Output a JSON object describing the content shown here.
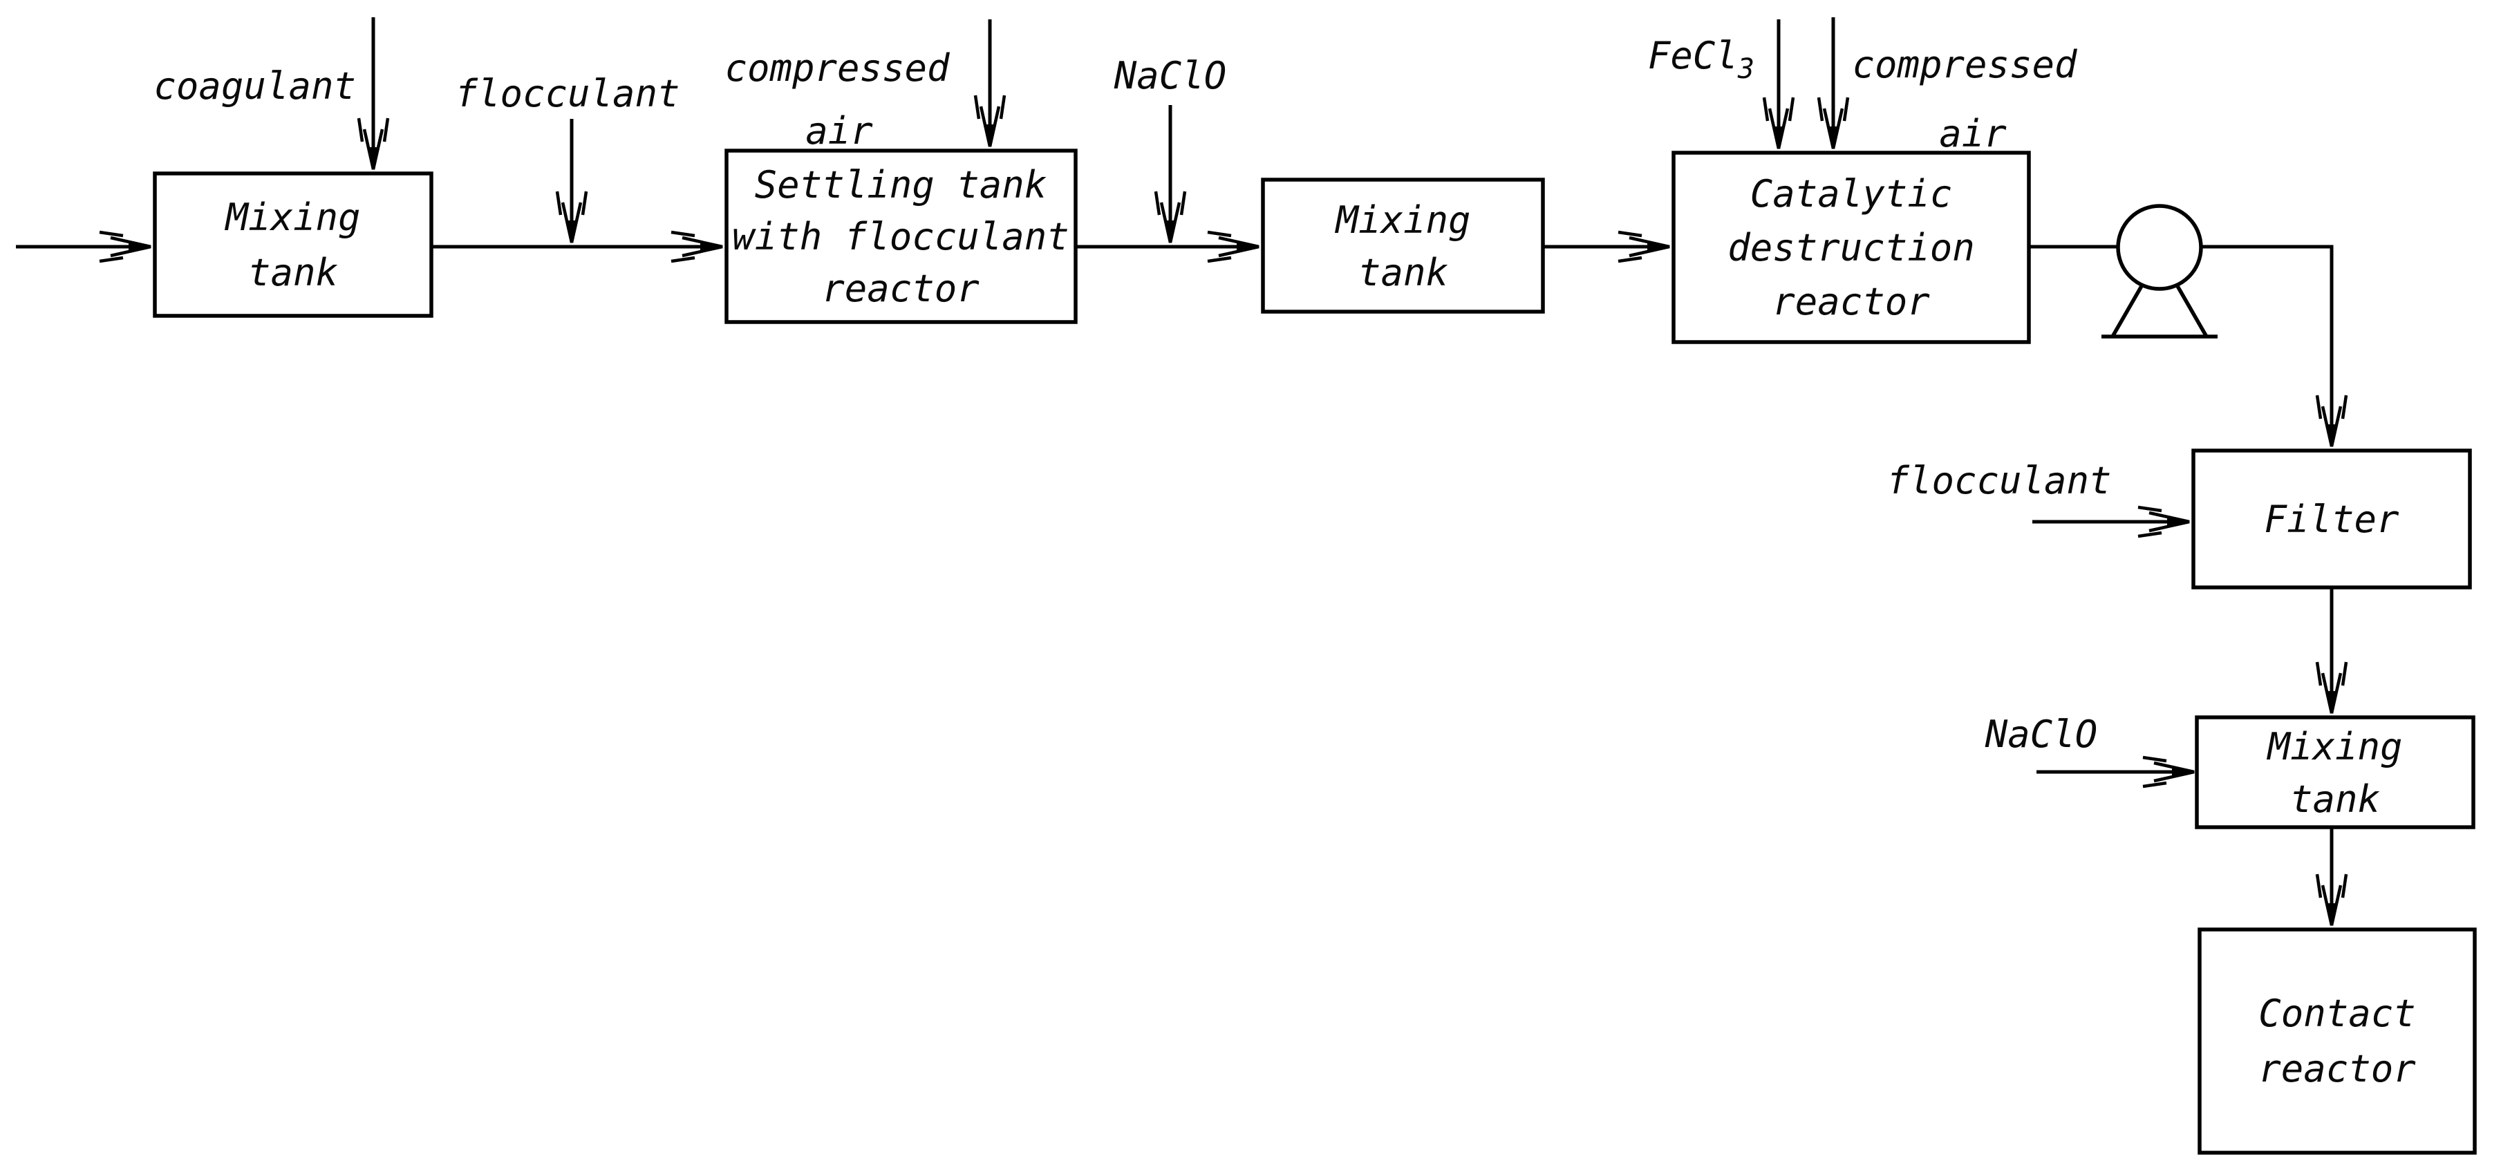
{
  "diagram": {
    "background_color": "#ffffff",
    "line_color": "#000000",
    "text_color": "#0a0a0a",
    "nodes": {
      "mixing_tank_1": {
        "lines": [
          "Mixing",
          "tank"
        ]
      },
      "settling_tank": {
        "lines": [
          "Settling tank",
          "with flocculant",
          "reactor"
        ]
      },
      "mixing_tank_2": {
        "lines": [
          "Mixing",
          "tank"
        ]
      },
      "catalytic_reactor": {
        "lines": [
          "Catalytic",
          "destruction",
          "reactor"
        ]
      },
      "filter": {
        "lines": [
          "Filter"
        ]
      },
      "mixing_tank_3": {
        "lines": [
          "Mixing",
          "tank"
        ]
      },
      "contact_reactor": {
        "lines": [
          "Contact",
          "reactor"
        ]
      }
    },
    "stream_labels": {
      "coagulant": "coagulant",
      "flocculant_1": "flocculant",
      "compressed_air_1": {
        "line1": "compressed",
        "line2": "air"
      },
      "naclo_1": "NaClO",
      "fecl3": {
        "base": "FeCl",
        "subscript": "3"
      },
      "compressed_air_2": {
        "line1": "compressed",
        "line2": "air"
      },
      "flocculant_2": "flocculant",
      "naclo_2": "NaClO"
    },
    "icons": {
      "pump": "pump-symbol"
    }
  }
}
